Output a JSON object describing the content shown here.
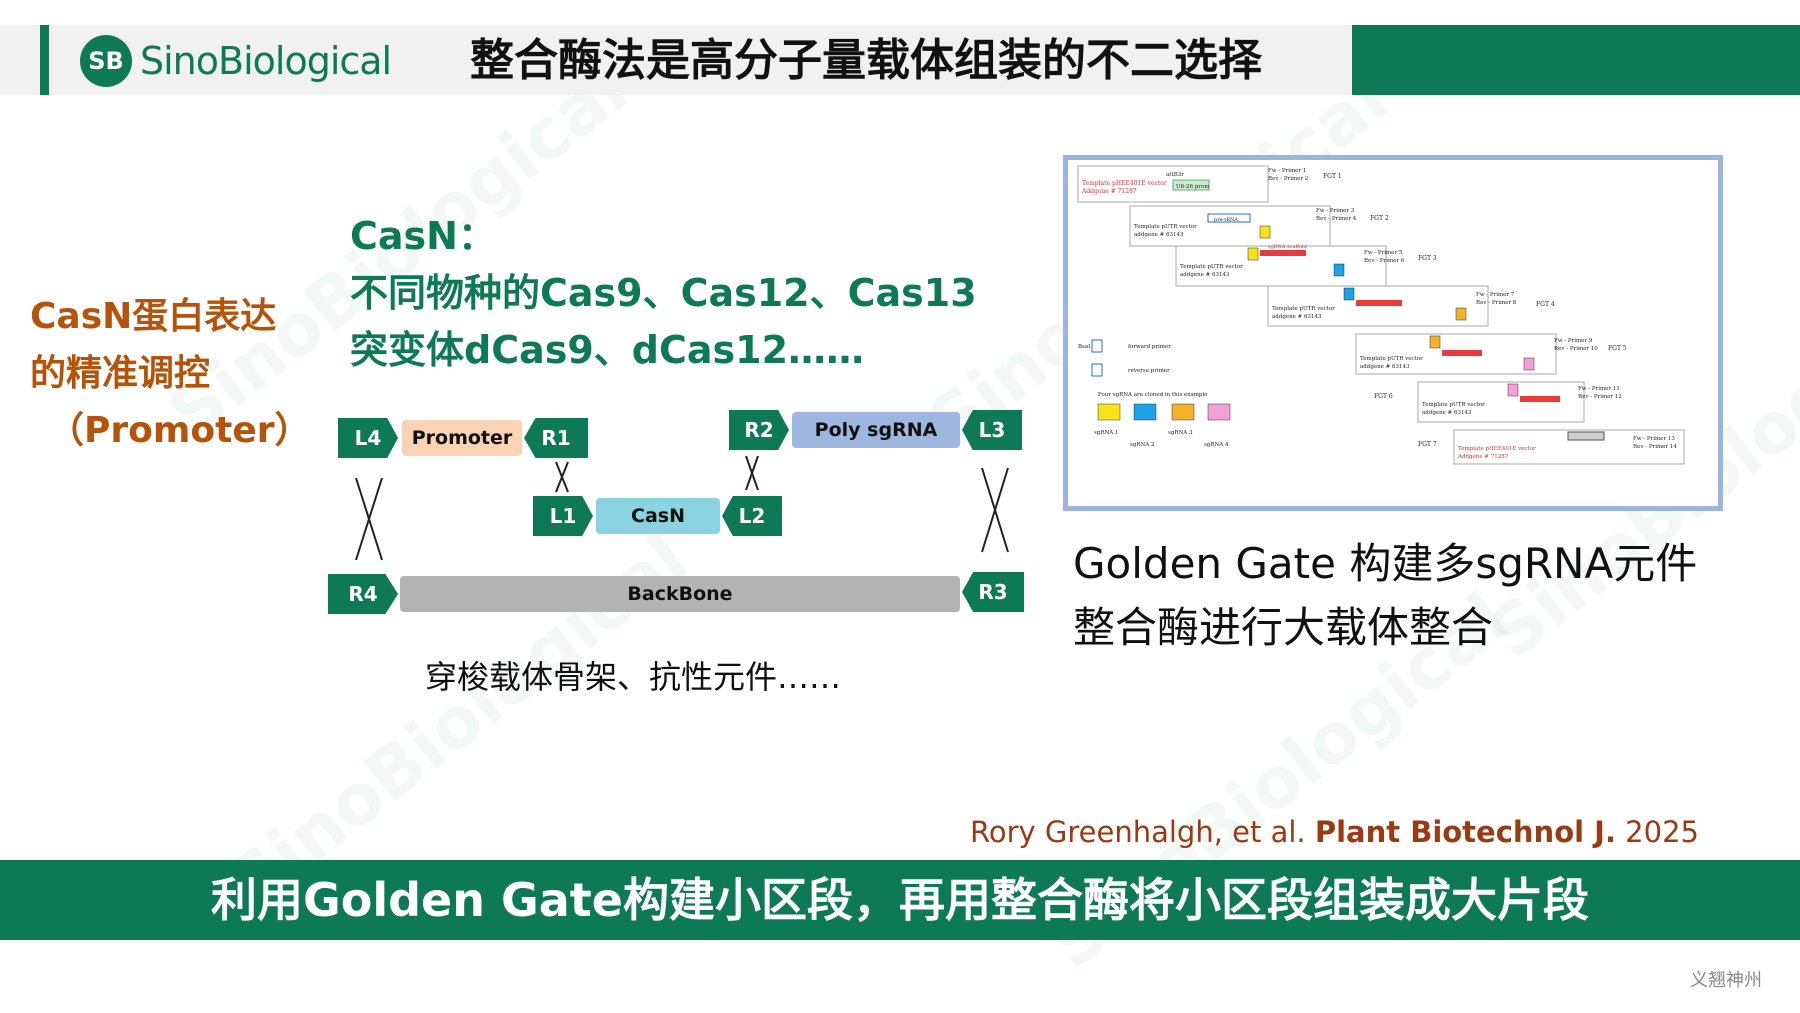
{
  "header": {
    "logo_mark": "SB",
    "logo_text": "SinoBiological",
    "title": "整合酶法是高分子量载体组装的不二选择"
  },
  "left_label": {
    "lines": [
      "CasN蛋白表达",
      "的精准调控",
      "（Promoter）"
    ]
  },
  "casn_block": {
    "lines": [
      "CasN：",
      "不同物种的Cas9、Cas12、Cas13",
      "突变体dCas9、dCas12……"
    ]
  },
  "diagram": {
    "tags": {
      "L4": "L4",
      "R1": "R1",
      "R2": "R2",
      "L3": "L3",
      "L1": "L1",
      "L2": "L2",
      "R4": "R4",
      "R3": "R3"
    },
    "segments": {
      "promoter": "Promoter",
      "poly_sgrna": "Poly sgRNA",
      "casn": "CasN",
      "backbone": "BackBone"
    },
    "caption": "穿梭载体骨架、抗性元件……",
    "colors": {
      "tag": "#0e7a55",
      "promoter": "#f9d3b4",
      "poly_sgrna": "#9db7e0",
      "casn": "#8ad3e0",
      "backbone": "#b3b3b3"
    }
  },
  "figure": {
    "fgt": [
      "FGT 1",
      "FGT 2",
      "FGT 3",
      "FGT 4",
      "FGT 5",
      "FGT 6",
      "FGT 7"
    ],
    "legend": [
      "forward primer",
      "reverse primer",
      "Four sgRNA are cloned in this example"
    ],
    "sgrna": [
      "sgRNA 1",
      "sgRNA 2",
      "sgRNA 3",
      "sgRNA 4"
    ],
    "template_vector": "Template pUTR vector",
    "template_vector_id": "addgene # 63143",
    "template_hbe": "Template pHEE401E vector",
    "template_hbe_id": "Addgene # 71287",
    "bsai": "BsaI",
    "pre_trna": "pre-tRNA",
    "scaffold": "sgRNA scaffold",
    "u626": "U6-26 prom",
    "attb": "attB3r",
    "primer_pairs": [
      "Fw - Primer 1",
      "Rev - Primer 2",
      "Fw - Primer 3",
      "Rev - Primer 4",
      "Fw - Primer 5",
      "Rev - Primer 6",
      "Fw - Primer 7",
      "Rev - Primer 8",
      "Fw - Primer 9",
      "Rev - Primer 10",
      "Fw - Primer 11",
      "Rev - Primer 12",
      "Fw - Primer 13",
      "Rev - Primer 14"
    ],
    "colors": {
      "sgrna1": "#f7e318",
      "sgrna2": "#1aa3e8",
      "sgrna3": "#f0b32a",
      "sgrna4": "#f4a0d8",
      "red": "#e63c3c",
      "green": "#5cb85c"
    }
  },
  "right_caption": {
    "lines": [
      "Golden Gate 构建多sgRNA元件",
      "整合酶进行大载体整合"
    ]
  },
  "citation": {
    "authors": "Rory Greenhalgh, et al. ",
    "journal": "Plant Biotechnol J.",
    "year": " 2025"
  },
  "banner": {
    "text": "利用Golden Gate构建小区段，再用整合酶将小区段组装成大片段"
  },
  "corner": "义翘神州",
  "watermark": "SinoBiological"
}
